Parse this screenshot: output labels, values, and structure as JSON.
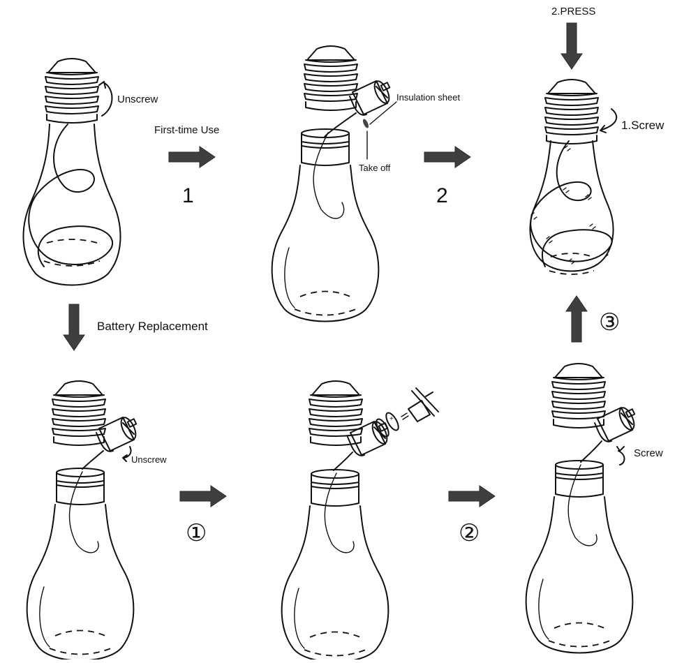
{
  "diagram": {
    "title": "LED bulb light – first-time use and battery replacement instructions",
    "colors": {
      "line": "#111111",
      "arrow": "#3f3f3f",
      "background": "#ffffff"
    },
    "top_row": {
      "panel_1": {
        "label_unscrew": "Unscrew"
      },
      "transition_1": {
        "label": "First-time Use",
        "step": "1"
      },
      "panel_2": {
        "label_insulation": "Insulation sheet",
        "label_takeoff": "Take off"
      },
      "transition_2": {
        "step": "2"
      },
      "panel_3": {
        "label_press": "2.PRESS",
        "label_screw": "1.Screw"
      }
    },
    "side_transitions": {
      "down": {
        "label": "Battery Replacement"
      },
      "up": {
        "step": "③"
      }
    },
    "bottom_row": {
      "panel_4": {
        "label_unscrew": "Unscrew"
      },
      "transition_a": {
        "step": "①"
      },
      "panel_5": {
        "battery_sign_1": "+",
        "battery_sign_2": "+"
      },
      "transition_b": {
        "step": "②"
      },
      "panel_6": {
        "label_screw": "Screw"
      }
    }
  }
}
